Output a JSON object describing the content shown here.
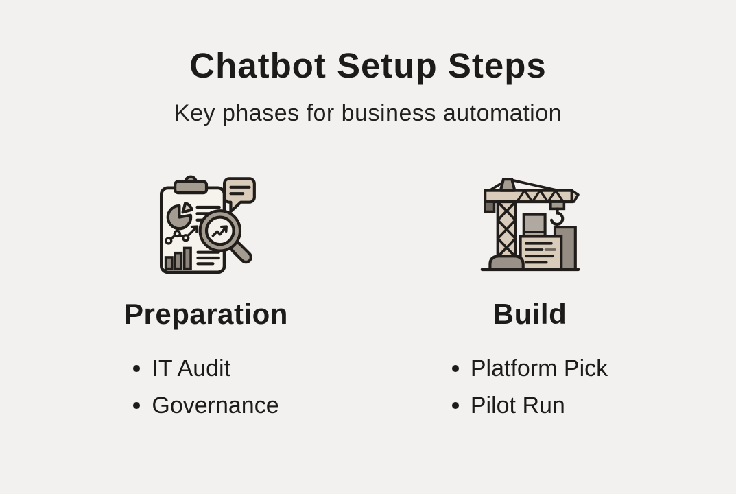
{
  "page": {
    "title": "Chatbot Setup Steps",
    "subtitle": "Key phases for business automation",
    "background_color": "#f2f1ef",
    "text_color": "#1c1b1a"
  },
  "columns": [
    {
      "heading": "Preparation",
      "icon": "clipboard-analytics-icon",
      "items": [
        "IT Audit",
        "Governance"
      ]
    },
    {
      "heading": "Build",
      "icon": "construction-crane-icon",
      "items": [
        "Platform Pick",
        "Pilot Run"
      ]
    }
  ],
  "icon_colors": {
    "outline": "#201d1a",
    "tan": "#d9ccba",
    "gray": "#a59c91",
    "light_gray": "#b0a9a1",
    "dark_gray": "#958d83",
    "darkest_gray": "#6f6860",
    "bar_gray": "#8d857b",
    "paper": "#f6f3ed",
    "lens": "#f4f1ea"
  }
}
